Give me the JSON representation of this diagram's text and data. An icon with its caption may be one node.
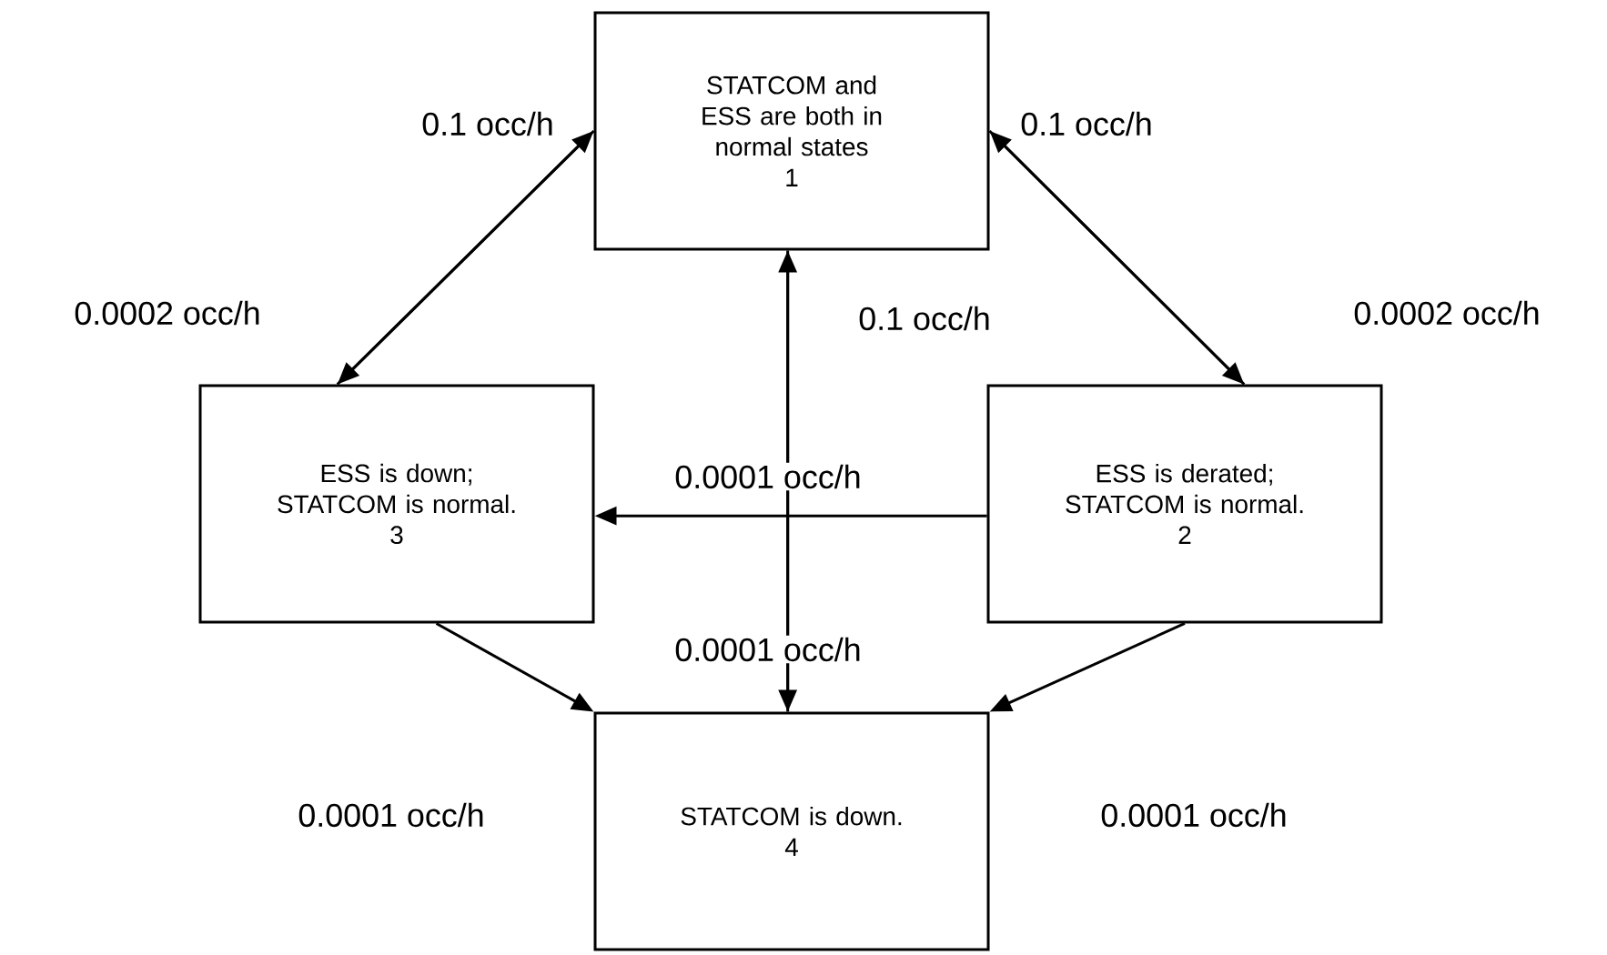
{
  "diagram": {
    "nodes": [
      {
        "text": [
          "STATCOM and ESS are both in normal states",
          "1"
        ]
      },
      {
        "text": [
          "ESS is derated; STATCOM is normal.",
          "2"
        ]
      },
      {
        "text": [
          "ESS is down; STATCOM is normal.",
          "3"
        ]
      },
      {
        "text": [
          "STATCOM is down.",
          "4"
        ]
      }
    ],
    "edges": [
      {
        "from": 2,
        "to": 0,
        "arrow": "to",
        "label": "0.1 occ/h"
      },
      {
        "from": 0,
        "to": 2,
        "arrow": "to",
        "label": "0.0002 occ/h"
      },
      {
        "from": 1,
        "to": 0,
        "arrow": "to",
        "label": "0.1 occ/h"
      },
      {
        "from": 0,
        "to": 1,
        "arrow": "to",
        "label": "0.0002 occ/h"
      },
      {
        "from": 3,
        "to": 0,
        "arrow": "to",
        "label": "0.1 occ/h"
      },
      {
        "from": 0,
        "to": 3,
        "arrow": "to",
        "label": "0.0001 occ/h"
      },
      {
        "from": 1,
        "to": 2,
        "arrow": "to",
        "label": "0.0001 occ/h"
      },
      {
        "from": 2,
        "to": 3,
        "arrow": "to",
        "label": "0.0001 occ/h"
      },
      {
        "from": 1,
        "to": 3,
        "arrow": "to",
        "label": "0.0001 occ/h"
      }
    ]
  }
}
